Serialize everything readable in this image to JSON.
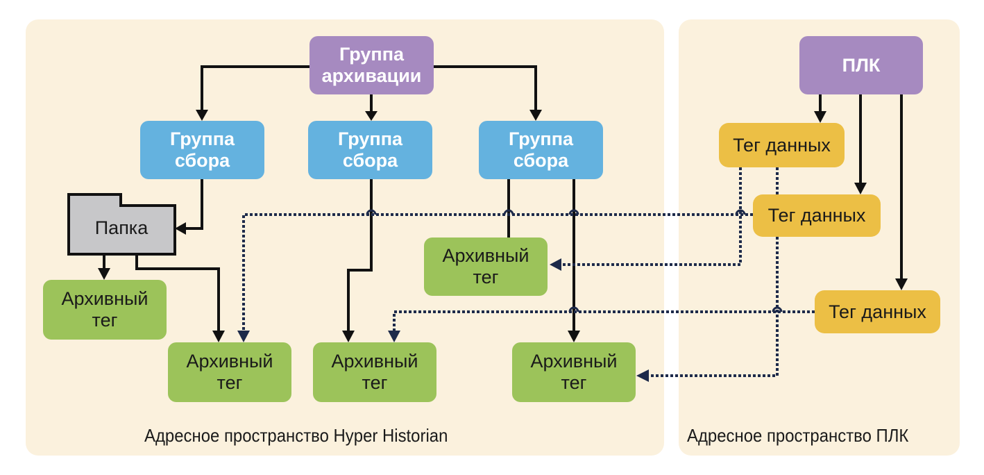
{
  "panels": {
    "hyper_historian": "Адресное пространство Hyper Historian",
    "plc": "Адресное пространство ПЛК"
  },
  "nodes": {
    "archive_group": "Группа\nархивации",
    "collect_group_1": "Группа\nсбора",
    "collect_group_2": "Группа\nсбора",
    "collect_group_3": "Группа\nсбора",
    "folder": "Папка",
    "archive_tag_left": "Архивный\nтег",
    "archive_tag_1": "Архивный\nтег",
    "archive_tag_2": "Архивный\nтег",
    "archive_tag_3": "Архивный\nтег",
    "archive_tag_mid": "Архивный\nтег",
    "plc": "ПЛК",
    "data_tag_1": "Тег данных",
    "data_tag_2": "Тег данных",
    "data_tag_3": "Тег данных"
  },
  "colors": {
    "panel": "#fbf1dd",
    "group": "#a68ac0",
    "collect": "#64b2df",
    "archive_tag": "#9cc35a",
    "data_tag": "#ecbf45",
    "folder": "#c7c7c9",
    "line_solid": "#111111",
    "line_dotted": "#1d2a4a"
  }
}
